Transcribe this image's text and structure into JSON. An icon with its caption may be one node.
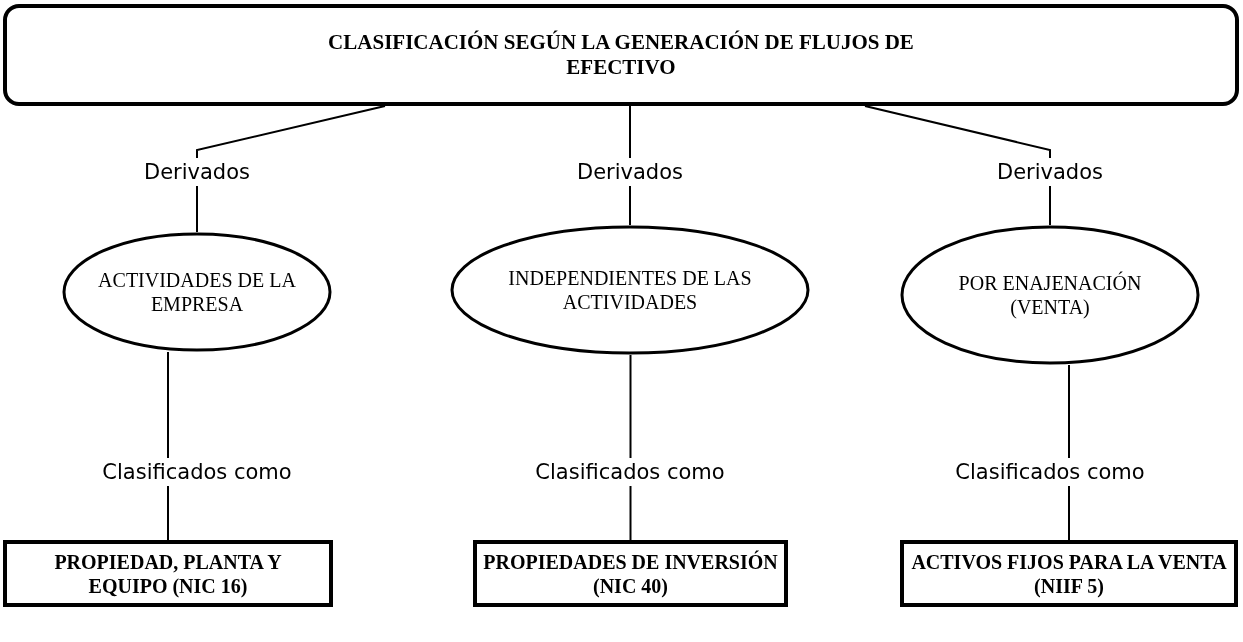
{
  "diagram": {
    "nodes": [
      {
        "text": [
          "CLASIFICACIÓN SEGÚN LA GENERACIÓN DE FLUJOS DE EFECTIVO"
        ]
      },
      {
        "text": [
          "ACTIVIDADES DE LA EMPRESA"
        ]
      },
      {
        "text": [
          "INDEPENDIENTES DE LAS ACTIVIDADES"
        ]
      },
      {
        "text": [
          "POR ENAJENACIÓN (VENTA)"
        ]
      },
      {
        "text": [
          "PROPIEDAD, PLANTA Y EQUIPO (NIC 16)"
        ]
      },
      {
        "text": [
          "PROPIEDADES DE INVERSIÓN (NIC 40)"
        ]
      },
      {
        "text": [
          "ACTIVOS FIJOS PARA LA VENTA (NIIF 5)"
        ]
      }
    ],
    "edges": [
      {
        "from": 0,
        "to": 1,
        "arrow": "none",
        "label": "Derivados"
      },
      {
        "from": 0,
        "to": 2,
        "arrow": "none",
        "label": "Derivados"
      },
      {
        "from": 0,
        "to": 3,
        "arrow": "none",
        "label": "Derivados"
      },
      {
        "from": 1,
        "to": 4,
        "arrow": "none",
        "label": "Clasificados como"
      },
      {
        "from": 2,
        "to": 5,
        "arrow": "none",
        "label": "Clasificados como"
      },
      {
        "from": 3,
        "to": 6,
        "arrow": "none",
        "label": "Clasificados como"
      }
    ]
  }
}
